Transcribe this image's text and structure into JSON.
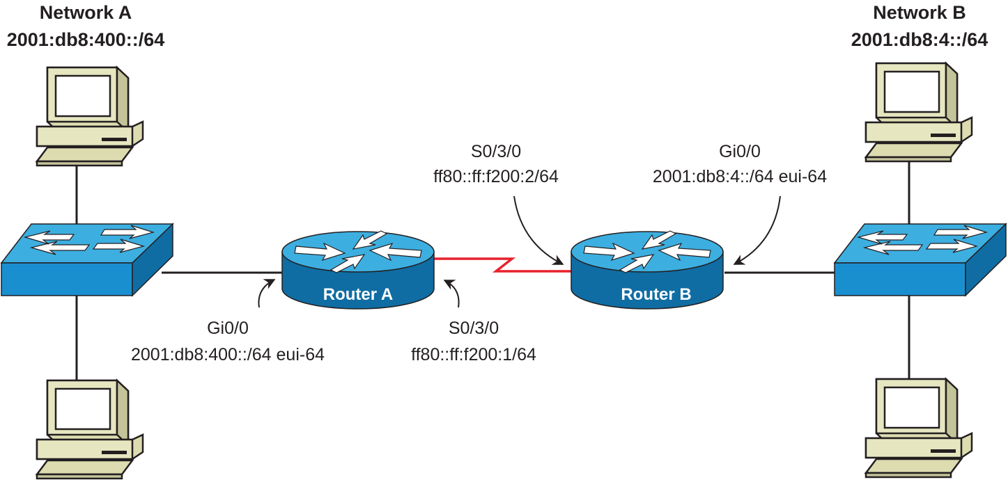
{
  "network_a": {
    "title": "Network A",
    "prefix": "2001:db8:400::/64"
  },
  "network_b": {
    "title": "Network B",
    "prefix": "2001:db8:4::/64"
  },
  "router_a": {
    "name": "Router A",
    "gi": {
      "name": "Gi0/0",
      "address": "2001:db8:400::/64 eui-64"
    },
    "serial": {
      "name": "S0/3/0",
      "address": "ff80::ff:f200:1/64"
    }
  },
  "router_b": {
    "name": "Router B",
    "gi": {
      "name": "Gi0/0",
      "address": "2001:db8:4::/64 eui-64"
    },
    "serial": {
      "name": "S0/3/0",
      "address": "ff80::ff:f200:2/64"
    }
  },
  "colors": {
    "device_blue_top": "#3daee0",
    "device_blue_side": "#1a7fb8",
    "device_blue_dark": "#0f6da3",
    "serial_link": "#e8212b",
    "pc_body": "#dcdcb0",
    "pc_outline": "#231f20"
  }
}
